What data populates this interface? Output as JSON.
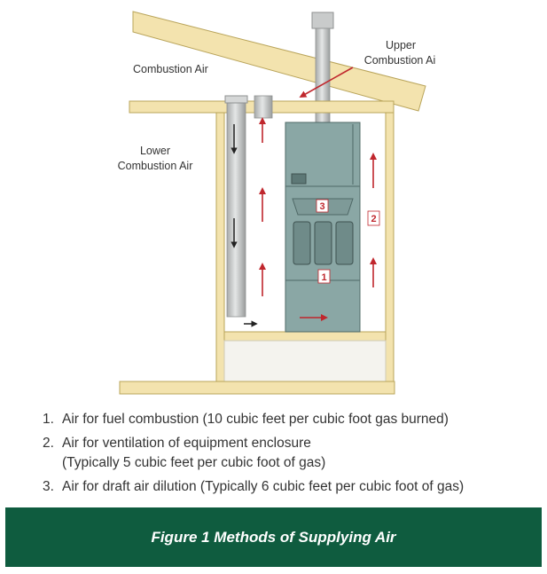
{
  "diagram": {
    "labels": {
      "combustion_air": "Combustion Air",
      "upper_line1": "Upper",
      "upper_line2": "Combustion Ai",
      "lower_line1": "Lower",
      "lower_line2": "Combustion Air"
    },
    "markers": [
      "1",
      "2",
      "3"
    ],
    "colors": {
      "wood": "#f3e3ae",
      "wood_edge": "#b9a45a",
      "furnace": "#8aa7a5",
      "furnace_dark": "#4f6866",
      "pipe": "#c4c6c6",
      "arrow": "#c0272d"
    }
  },
  "notes": [
    {
      "index": "1.",
      "lines": [
        "Air for fuel combustion (10 cubic feet per cubic foot gas burned)"
      ]
    },
    {
      "index": "2.",
      "lines": [
        "Air for ventilation of equipment enclosure",
        "(Typically 5 cubic feet per cubic foot of gas)"
      ]
    },
    {
      "index": "3.",
      "lines": [
        "Air for draft air dilution (Typically 6 cubic feet per cubic foot of gas)"
      ]
    }
  ],
  "caption": {
    "text": "Figure 1 Methods of Supplying Air",
    "background": "#0f5c3f"
  }
}
